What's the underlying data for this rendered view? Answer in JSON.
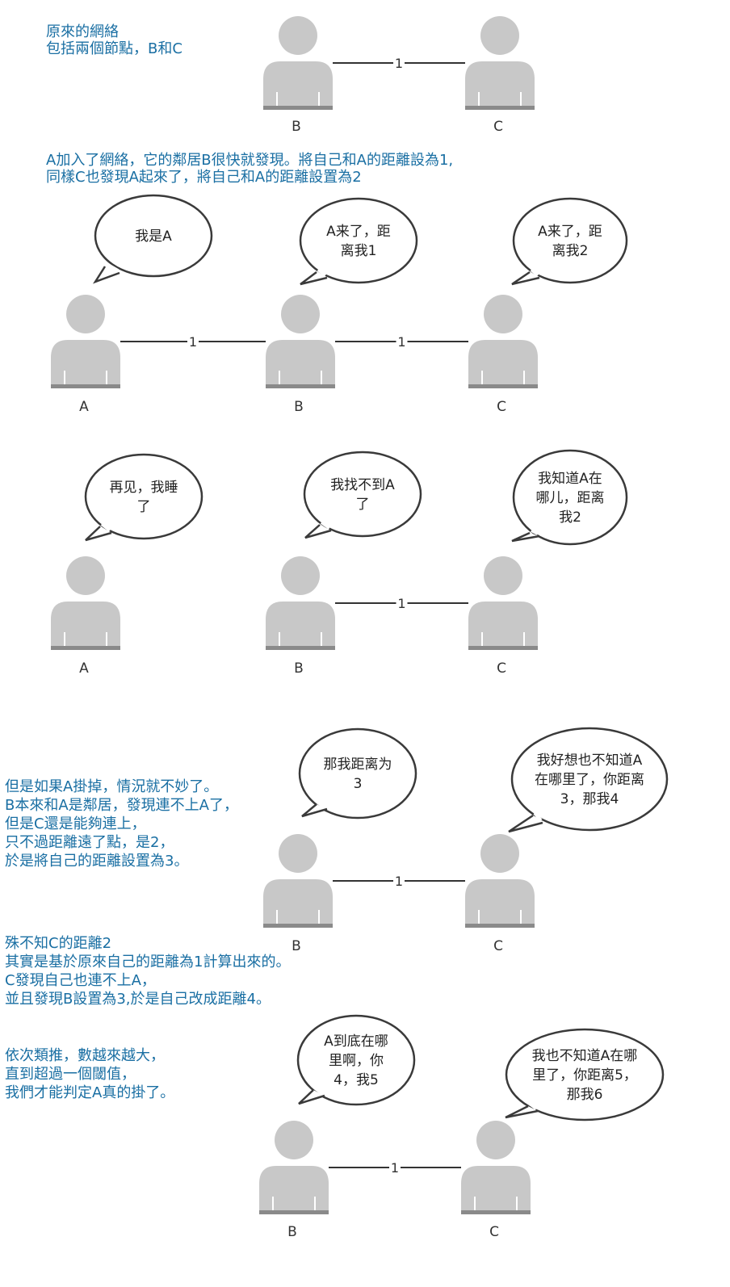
{
  "captions": {
    "intro": [
      "原來的網絡",
      "包括兩個節點，B和C"
    ],
    "join": [
      "A加入了網絡，它的鄰居B很快就發現。將自己和A的距離設為1,",
      "同樣C也發現A起來了，將自己和A的距離設置為2"
    ],
    "failure": [
      "但是如果A掛掉，情況就不妙了。",
      "B本來和A是鄰居，發現連不上A了，",
      "但是C還是能夠連上，",
      "只不過距離遠了點，是2，",
      "於是將自己的距離設置為3。"
    ],
    "unaware": [
      "殊不知C的距離2",
      "其實是基於原來自己的距離為1計算出來的。",
      "C發現自己也連不上A，",
      "並且發現B設置為3,於是自己改成距離4。"
    ],
    "conclusion": [
      "依次類推，數越來越大，",
      "直到超過一個閾值，",
      "我們才能判定A真的掛了。"
    ]
  },
  "scenes": [
    {
      "nodes": [
        {
          "id": "B",
          "label": "B"
        },
        {
          "id": "C",
          "label": "C"
        }
      ],
      "edges": [
        {
          "from": "B",
          "to": "C",
          "label": "1"
        }
      ],
      "bubbles": []
    },
    {
      "nodes": [
        {
          "id": "A",
          "label": "A"
        },
        {
          "id": "B",
          "label": "B"
        },
        {
          "id": "C",
          "label": "C"
        }
      ],
      "edges": [
        {
          "from": "A",
          "to": "B",
          "label": "1"
        },
        {
          "from": "B",
          "to": "C",
          "label": "1"
        }
      ],
      "bubbles": [
        {
          "node": "A",
          "lines": [
            "我是A"
          ]
        },
        {
          "node": "B",
          "lines": [
            "A来了，距",
            "离我1"
          ]
        },
        {
          "node": "C",
          "lines": [
            "A来了，距",
            "离我2"
          ]
        }
      ]
    },
    {
      "nodes": [
        {
          "id": "A",
          "label": "A"
        },
        {
          "id": "B",
          "label": "B"
        },
        {
          "id": "C",
          "label": "C"
        }
      ],
      "edges": [
        {
          "from": "B",
          "to": "C",
          "label": "1"
        }
      ],
      "bubbles": [
        {
          "node": "A",
          "lines": [
            "再见，我睡",
            "了"
          ]
        },
        {
          "node": "B",
          "lines": [
            "我找不到A",
            "了"
          ]
        },
        {
          "node": "C",
          "lines": [
            "我知道A在",
            "哪儿，距离",
            "我2"
          ]
        }
      ]
    },
    {
      "nodes": [
        {
          "id": "B",
          "label": "B"
        },
        {
          "id": "C",
          "label": "C"
        }
      ],
      "edges": [
        {
          "from": "B",
          "to": "C",
          "label": "1"
        }
      ],
      "bubbles": [
        {
          "node": "B",
          "lines": [
            "那我距离为",
            "3"
          ]
        },
        {
          "node": "C",
          "lines": [
            "我好想也不知道A",
            "在哪里了，你距离",
            "3，那我4"
          ]
        }
      ]
    },
    {
      "nodes": [
        {
          "id": "B",
          "label": "B"
        },
        {
          "id": "C",
          "label": "C"
        }
      ],
      "edges": [
        {
          "from": "B",
          "to": "C",
          "label": "1"
        }
      ],
      "bubbles": [
        {
          "node": "B",
          "lines": [
            "A到底在哪",
            "里啊，你",
            "4，我5"
          ]
        },
        {
          "node": "C",
          "lines": [
            "我也不知道A在哪",
            "里了，你距离5，",
            "那我6"
          ]
        }
      ]
    }
  ]
}
